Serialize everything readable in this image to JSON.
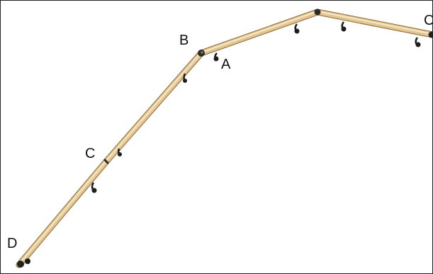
{
  "labels": {
    "B": "B",
    "A": "A",
    "C_top": "C",
    "C_left": "C",
    "D": "D"
  },
  "colors": {
    "rail_wood": "#e7cf9c",
    "rail_highlight": "#f6e8c6",
    "rail_shadow": "#b8955c",
    "joint": "#2a2a2a",
    "bracket": "#1e1e1e",
    "border": "#222222",
    "label_text": "#111111"
  },
  "icons": {
    "bracket": "wall-bracket-icon",
    "joint": "rail-joint-icon",
    "end_cap": "end-cap-icon"
  }
}
